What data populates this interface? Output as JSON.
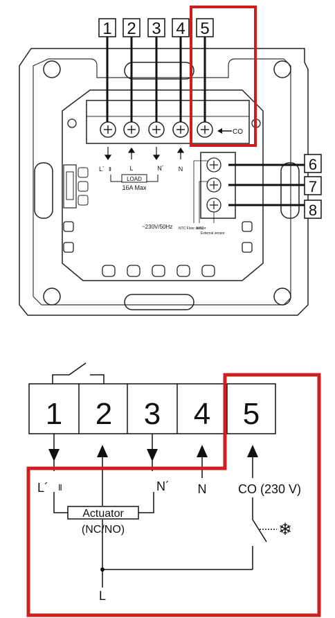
{
  "top_view": {
    "terminal_numbers": [
      "1",
      "2",
      "3",
      "4",
      "5"
    ],
    "aux_terminal_numbers": [
      "6",
      "7",
      "8"
    ],
    "co_label": "CO",
    "bottom_labels": [
      "L´",
      "L",
      "N´",
      "N"
    ],
    "phase_mark": "Ⅱ",
    "load_label": "LOAD",
    "load_rating": "16A Max",
    "supply_label": "~230V/50Hz",
    "ntc_floor": "NTC Floor sensor",
    "ntc_label": "NTC",
    "ntc_external": "External sensor"
  },
  "schematic": {
    "terminal_numbers": [
      "1",
      "2",
      "3",
      "4",
      "5"
    ],
    "l_prime": "L´",
    "phase_mark": "Ⅱ",
    "n_prime": "N´",
    "n_label": "N",
    "co_label": "CO (230 V)",
    "actuator_label": "Actuator",
    "actuator_type": "(NC/NO)",
    "l_bottom": "L",
    "snowflake": "❄"
  },
  "highlight_color": "#cc1f1f"
}
